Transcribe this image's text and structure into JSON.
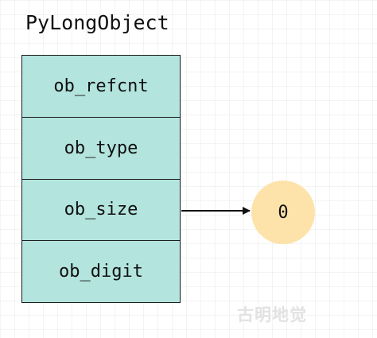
{
  "title": "PyLongObject",
  "struct": {
    "fields": [
      {
        "label": "ob_refcnt"
      },
      {
        "label": "ob_type"
      },
      {
        "label": "ob_size"
      },
      {
        "label": "ob_digit"
      }
    ]
  },
  "value_node": {
    "label": "0",
    "fill_color": "#fde3a9"
  },
  "colors": {
    "field_fill": "#b3e4de",
    "border": "#1a1a1a",
    "arrow": "#111111"
  },
  "watermark": "古明地觉"
}
